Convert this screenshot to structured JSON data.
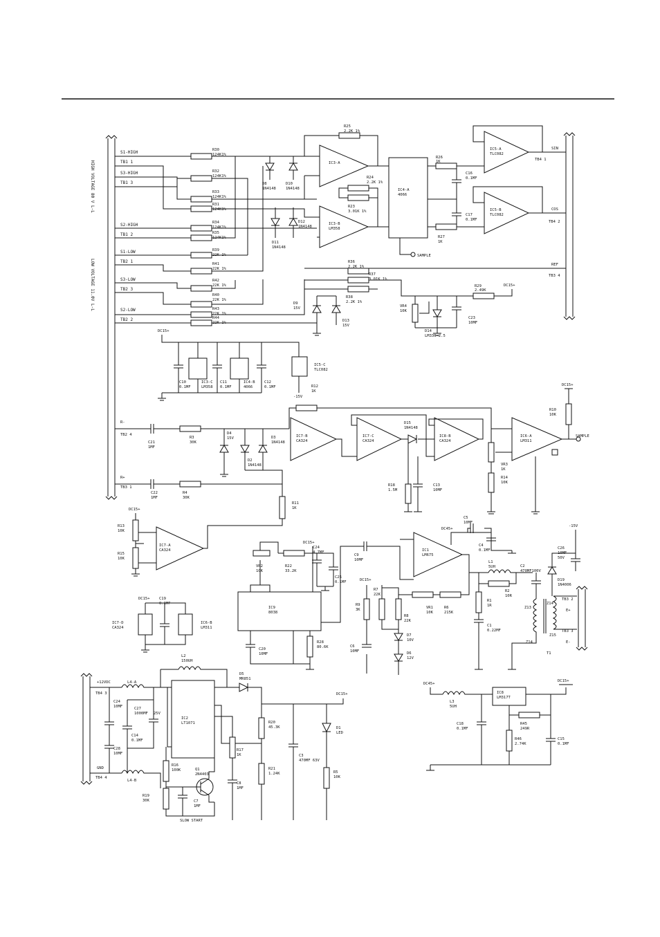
{
  "top_signals": [
    {
      "label": "S1-HIGH"
    },
    {
      "label": "TB1 1"
    },
    {
      "label": "S3-HIGH"
    },
    {
      "label": "TB1 3"
    },
    {
      "label": "S2-HIGH"
    },
    {
      "label": "TB1 2"
    },
    {
      "label": "S1-LOW"
    },
    {
      "label": "TB2 1"
    },
    {
      "label": "S3-LOW"
    },
    {
      "label": "TB2 3"
    },
    {
      "label": "S2-LOW"
    },
    {
      "label": "TB2 2"
    }
  ],
  "side_labels": {
    "high": "HIGH VOLTAGE 80 V L-L",
    "low": "LOW VOLTAGE 11.0V L-L"
  },
  "resistors_top": [
    {
      "ref": "R30",
      "val": "124K1%"
    },
    {
      "ref": "R32",
      "val": "124K1%"
    },
    {
      "ref": "R33",
      "val": "124K1%"
    },
    {
      "ref": "R31",
      "val": "124K1%"
    },
    {
      "ref": "R34",
      "val": "124K1%"
    },
    {
      "ref": "R35",
      "val": "124K1%"
    },
    {
      "ref": "R39",
      "val": "22K 1%"
    },
    {
      "ref": "R41",
      "val": "22K 1%"
    },
    {
      "ref": "R42",
      "val": "22K 1%"
    },
    {
      "ref": "R40",
      "val": "22K 1%"
    },
    {
      "ref": "R43",
      "val": "22K 1%"
    },
    {
      "ref": "R44",
      "val": "22K 1%"
    }
  ],
  "labels": {
    "r25": "R25",
    "r25v": "2.2K 1%",
    "r24": "R24",
    "r24v": "2.2K 1%",
    "r23": "R23",
    "r23v": "3.01K 1%",
    "ic3a": "IC3-A",
    "ic3b": "IC3-B",
    "ic3bp": "LM358",
    "ic4a": "IC4-A",
    "ic4ap": "4066",
    "d8": "D8",
    "d8p": "1N4148",
    "d10": "D10",
    "d10p": "1N4148",
    "d11": "D11",
    "d11p": "1N4148",
    "d12": "D12",
    "d12p": "1N4148",
    "r26": "R26",
    "r26v": "1K",
    "r27": "R27",
    "r27v": "1K",
    "c16": "C16",
    "c16v": "0.1MF",
    "c17": "C17",
    "c17v": "0.1MF",
    "ic5a": "IC5-A",
    "ic5ap": "TLC082",
    "ic5b": "IC5-B",
    "ic5bp": "TLC082",
    "sin": "SIN",
    "cos": "COS",
    "tb41": "TB4 1",
    "tb42": "TB4 2",
    "ref": "REF",
    "tb34": "TB3 4",
    "sample": "SAMPLE",
    "r36": "R36",
    "r36v": "2.2K 1%",
    "r37": "R37",
    "r37v": "3.01K 1%",
    "r38": "R38",
    "r38v": "2.2K 1%",
    "r29": "R29",
    "r29v": "2.49K",
    "dc15": "DC15+",
    "vr4": "VR4",
    "vr4v": "10K",
    "d14": "D14",
    "d14p": "LM336-2.5",
    "c23": "C23",
    "c23v": "10MF",
    "d9": "D9",
    "d9v": "15V",
    "d13": "D13",
    "d13v": "15V",
    "c10": "C10",
    "c10v": "0.1MF",
    "ic3c": "IC3-C",
    "ic3cp": "LM358",
    "c11": "C11",
    "c11v": "0.1MF",
    "ic4b": "IC4-B",
    "ic4bp": "4066",
    "c12": "C12",
    "c12v": "0.1MF",
    "ic5c": "IC5-C",
    "ic5cp": "TLC082",
    "r12": "R12",
    "r12v": "1K",
    "m15v": "-15V",
    "rminus": "R-",
    "tb24": "TB2 4",
    "rplus": "R+",
    "tb31": "TB3 1",
    "c21": "C21",
    "c21v": "1MF",
    "c22": "C22",
    "c22v": "1MF",
    "r3": "R3",
    "r3v": "30K",
    "r4": "R4",
    "r4v": "30K",
    "d4": "D4",
    "d4v": "15V",
    "d2": "D2",
    "d2p": "1N4148",
    "d3": "D3",
    "d3p": "1N4148",
    "ic7b": "IC7-B",
    "ic7bp": "CA324",
    "ic7c": "IC7-C",
    "ic7cp": "CA324",
    "d15": "D15",
    "d15p": "1N4148",
    "ic8b": "IC8-B",
    "ic8bp": "CA324",
    "r18": "R18",
    "r18v": "1.5M",
    "c13": "C13",
    "c13v": "10MF",
    "vr3": "VR3",
    "vr3v": "1K",
    "r14": "R14",
    "r14v": "10K",
    "r10": "R10",
    "r10v": "10K",
    "ic6a": "IC6-A",
    "ic6ap": "LM311",
    "r11": "R11",
    "r11v": "1K",
    "r13": "R13",
    "r13v": "10K",
    "r15": "R15",
    "r15v": "10K",
    "ic7a": "IC7-A",
    "ic7ap": "CA324",
    "ic7d": "IC7-D",
    "ic7dp": "CA324",
    "c19": "C19",
    "c19v": "0.1MF",
    "ic6b": "IC6-B",
    "ic6bp": "LM311",
    "vr2": "VR2",
    "vr2v": "10K",
    "r22": "R22",
    "r22v": "33.2K",
    "c24": "C24",
    "c24v": "4.7MF",
    "c25": "C25",
    "c25v": "0.1MF",
    "ic9": "IC9",
    "ic9p": "8038",
    "c20": "C20",
    "c20v": "10MF",
    "r28": "R28",
    "r28v": "80.6K",
    "c9": "C9",
    "c9v": "10MF",
    "r9": "R9",
    "r9v": "3K",
    "r7": "R7",
    "r7v": "22K",
    "r8": "R8",
    "r8v": "22K",
    "c6": "C6",
    "c6v": "10MF",
    "d7": "D7",
    "d7v": "10V",
    "d6": "D6",
    "d6v": "12V",
    "ic1": "IC1",
    "ic1p": "LM675",
    "c5": "C5",
    "c5v": "10MF",
    "c4": "C4",
    "c4v": "0.1MF",
    "dc45": "DC45+",
    "vr1": "VR1",
    "vr1v": "10K",
    "r6": "R6",
    "r6v": "215K",
    "l1": "L1",
    "l1v": "5UH",
    "r2": "R2",
    "r2v": "10R",
    "r1": "R1",
    "r1v": "1R",
    "c1": "C1",
    "c1v": "0.22MF",
    "c2": "C2",
    "c2v": "470MF100V",
    "d19": "D19",
    "d19p": "1N4006",
    "c26": "C26",
    "c26v": "10MF",
    "c26v2": "50V",
    "m15": "-15V",
    "t1": "T1",
    "z13": "Z13",
    "z14": "Z14",
    "z15": "Z15",
    "z14b": "Z14",
    "tb32": "TB3 2",
    "tb33": "TB3 3",
    "eplus": "E+",
    "eminus": "E-",
    "v12": "+12VDC",
    "tb43": "TB4 3",
    "gnd": "GND",
    "tb44": "TB4 4",
    "l4a": "L4-A",
    "l4b": "L4-B",
    "c24b": "C24",
    "c24bv": "10MF",
    "c27": "C27",
    "c27v": "1000MF",
    "c27v2": "25V",
    "c14": "C14",
    "c14v": "0.1MF",
    "c28": "C28",
    "c28v": "10MF",
    "l2": "L2",
    "l2v": "150UH",
    "ic2": "IC2",
    "ic2p": "LT1071",
    "d5": "D5",
    "d5p": "MR851",
    "r20": "R20",
    "r20v": "45.3K",
    "r21": "R21",
    "r21v": "1.24K",
    "c3": "C3",
    "c3v": "470MF 63V",
    "d1": "D1",
    "d1p": "LED",
    "r5": "R5",
    "r5v": "10K",
    "r16": "R16",
    "r16v": "100K",
    "r17": "R17",
    "r17v": "1K",
    "r19": "R19",
    "r19v": "30K",
    "q1": "Q1",
    "q1p": "2N4403",
    "c7": "C7",
    "c7v": "1MF",
    "c8": "C8",
    "c8v": "1MF",
    "slow": "SLOW START",
    "l3": "L3",
    "l3v": "5UH",
    "ic8": "IC8",
    "ic8p": "LM317T",
    "r45": "R45",
    "r45v": "249R",
    "r46": "R46",
    "r46v": "2.74K",
    "c18": "C18",
    "c18v": "0.1MF",
    "c15": "C15",
    "c15v": "0.1MF"
  }
}
